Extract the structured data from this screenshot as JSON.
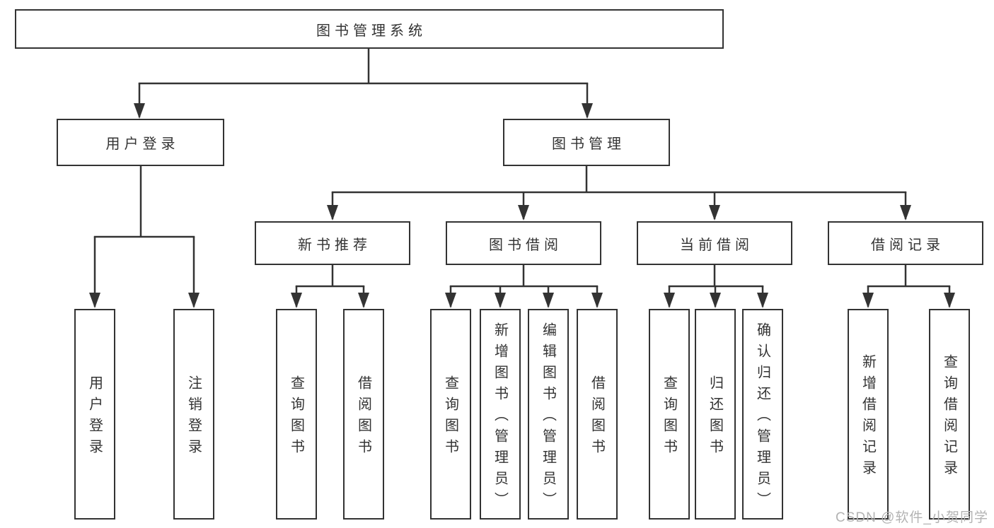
{
  "diagram": {
    "root": {
      "label": "图书管理系统"
    },
    "level2": [
      {
        "label": "用户登录"
      },
      {
        "label": "图书管理"
      }
    ],
    "level3": [
      {
        "label": "新书推荐"
      },
      {
        "label": "图书借阅"
      },
      {
        "label": "当前借阅"
      },
      {
        "label": "借阅记录"
      }
    ],
    "leaves": [
      {
        "label": "用户登录",
        "parent": "用户登录"
      },
      {
        "label": "注销登录",
        "parent": "用户登录"
      },
      {
        "label": "查询图书",
        "parent": "新书推荐"
      },
      {
        "label": "借阅图书",
        "parent": "新书推荐"
      },
      {
        "label": "查询图书",
        "parent": "图书借阅"
      },
      {
        "label": "新增图书（管理员）",
        "parent": "图书借阅"
      },
      {
        "label": "编辑图书（管理员）",
        "parent": "图书借阅"
      },
      {
        "label": "借阅图书",
        "parent": "图书借阅"
      },
      {
        "label": "查询图书",
        "parent": "当前借阅"
      },
      {
        "label": "归还图书",
        "parent": "当前借阅"
      },
      {
        "label": "确认归还（管理员）",
        "parent": "当前借阅"
      },
      {
        "label": "新增借阅记录",
        "parent": "借阅记录"
      },
      {
        "label": "查询借阅记录",
        "parent": "借阅记录"
      }
    ]
  },
  "watermark": {
    "text": "CSDN @软件_小贺同学"
  },
  "colors": {
    "line": "#333333",
    "box_border": "#333333",
    "text": "#333333",
    "background": "#ffffff",
    "watermark": "#b3b3b3"
  }
}
